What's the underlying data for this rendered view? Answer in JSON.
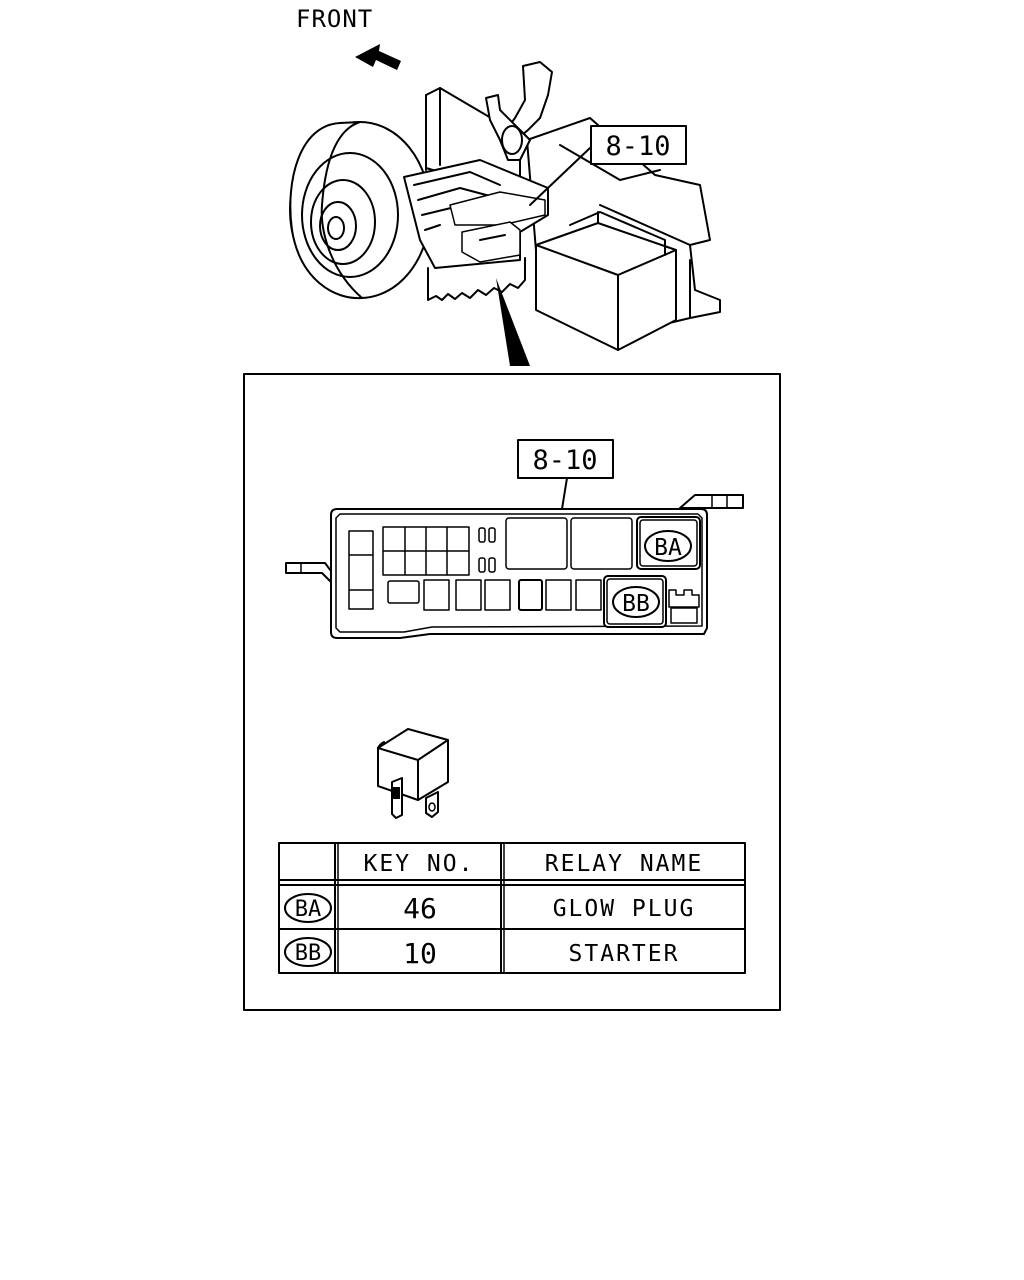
{
  "direction_label": "FRONT",
  "callout_top": "8-10",
  "callout_detail": "8-10",
  "relay_markers": {
    "ba": "BA",
    "bb": "BB"
  },
  "table": {
    "headers": [
      "",
      "KEY NO.",
      "RELAY NAME"
    ],
    "rows": [
      {
        "marker": "BA",
        "key_no": "46",
        "relay_name": "GLOW PLUG"
      },
      {
        "marker": "BB",
        "key_no": "10",
        "relay_name": "STARTER"
      }
    ]
  }
}
